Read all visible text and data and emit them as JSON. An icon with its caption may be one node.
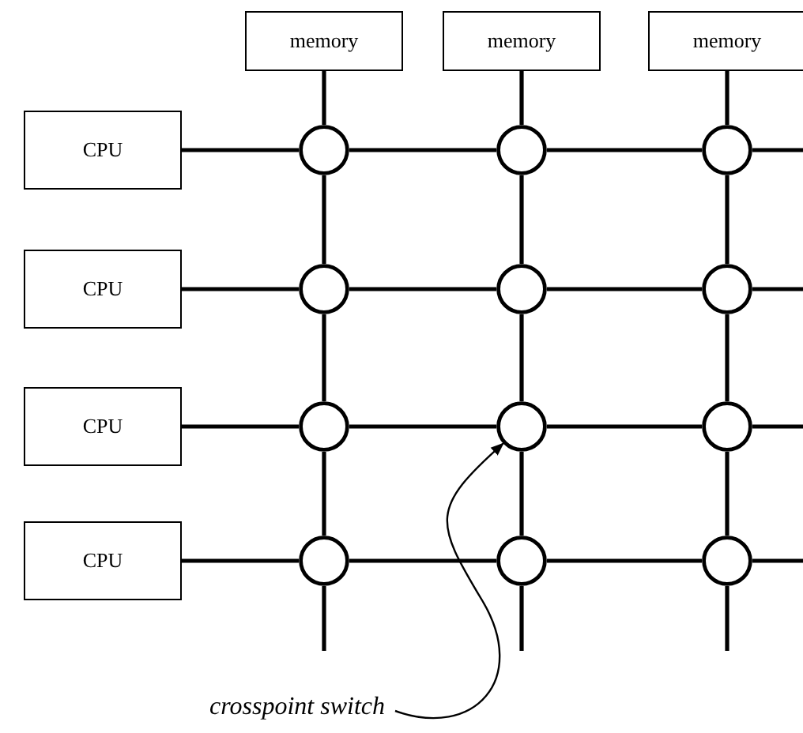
{
  "diagram": {
    "nodes": [
      {
        "text": [
          "memory"
        ]
      },
      {
        "text": [
          "memory"
        ]
      },
      {
        "text": [
          "memory"
        ]
      },
      {
        "text": [
          "CPU"
        ]
      },
      {
        "text": [
          "CPU"
        ]
      },
      {
        "text": [
          "CPU"
        ]
      },
      {
        "text": [
          "CPU"
        ]
      },
      {
        "text": [],
        "shape": "circle"
      },
      {
        "text": [],
        "shape": "circle"
      },
      {
        "text": [],
        "shape": "circle"
      },
      {
        "text": [],
        "shape": "circle"
      },
      {
        "text": [],
        "shape": "circle"
      },
      {
        "text": [],
        "shape": "circle"
      },
      {
        "text": [],
        "shape": "circle"
      },
      {
        "text": [],
        "shape": "circle"
      },
      {
        "text": [],
        "shape": "circle"
      },
      {
        "text": [],
        "shape": "circle"
      },
      {
        "text": [],
        "shape": "circle"
      },
      {
        "text": [],
        "shape": "circle"
      },
      {
        "text": [
          "crosspoint switch"
        ]
      }
    ],
    "edges": [
      {
        "from": 3,
        "to": 7,
        "arrow": "none"
      },
      {
        "from": 7,
        "to": 8,
        "arrow": "none"
      },
      {
        "from": 8,
        "to": 9,
        "arrow": "none"
      },
      {
        "from": 9,
        "to": null,
        "arrow": "none"
      },
      {
        "from": 4,
        "to": 10,
        "arrow": "none"
      },
      {
        "from": 10,
        "to": 11,
        "arrow": "none"
      },
      {
        "from": 11,
        "to": 12,
        "arrow": "none"
      },
      {
        "from": 12,
        "to": null,
        "arrow": "none"
      },
      {
        "from": 5,
        "to": 13,
        "arrow": "none"
      },
      {
        "from": 13,
        "to": 14,
        "arrow": "none"
      },
      {
        "from": 14,
        "to": 15,
        "arrow": "none"
      },
      {
        "from": 15,
        "to": null,
        "arrow": "none"
      },
      {
        "from": 6,
        "to": 16,
        "arrow": "none"
      },
      {
        "from": 16,
        "to": 17,
        "arrow": "none"
      },
      {
        "from": 17,
        "to": 18,
        "arrow": "none"
      },
      {
        "from": 18,
        "to": null,
        "arrow": "none"
      },
      {
        "from": 0,
        "to": 7,
        "arrow": "none"
      },
      {
        "from": 7,
        "to": 10,
        "arrow": "none"
      },
      {
        "from": 10,
        "to": 13,
        "arrow": "none"
      },
      {
        "from": 13,
        "to": 16,
        "arrow": "none"
      },
      {
        "from": 16,
        "to": null,
        "arrow": "none"
      },
      {
        "from": 1,
        "to": 8,
        "arrow": "none"
      },
      {
        "from": 8,
        "to": 11,
        "arrow": "none"
      },
      {
        "from": 11,
        "to": 14,
        "arrow": "none"
      },
      {
        "from": 14,
        "to": 17,
        "arrow": "none"
      },
      {
        "from": 17,
        "to": null,
        "arrow": "none"
      },
      {
        "from": 2,
        "to": 9,
        "arrow": "none"
      },
      {
        "from": 9,
        "to": 12,
        "arrow": "none"
      },
      {
        "from": 12,
        "to": 15,
        "arrow": "none"
      },
      {
        "from": 15,
        "to": 18,
        "arrow": "none"
      },
      {
        "from": 18,
        "to": null,
        "arrow": "none"
      },
      {
        "from": 19,
        "to": 14,
        "arrow": "to"
      }
    ]
  }
}
